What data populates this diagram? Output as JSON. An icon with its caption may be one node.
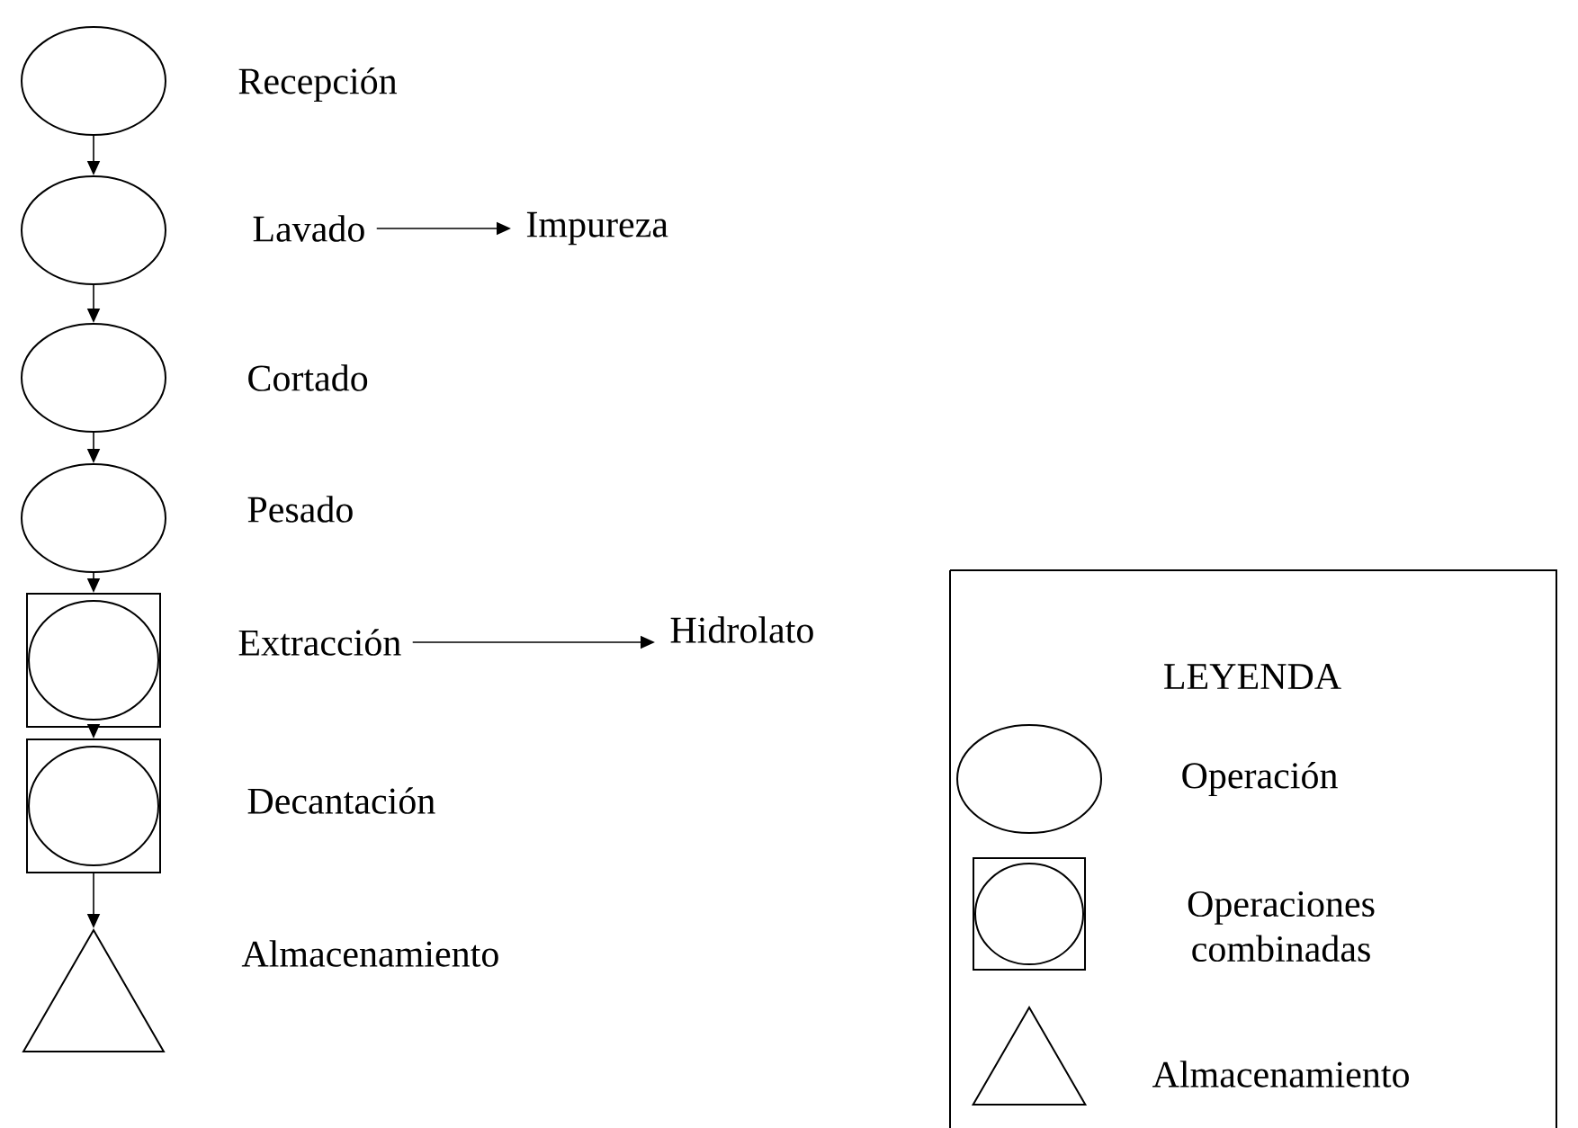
{
  "diagram": {
    "nodes": [
      {
        "text": [],
        "shape": "circle",
        "beside": [
          "Recepción"
        ]
      },
      {
        "text": [],
        "shape": "circle",
        "beside": [
          "Lavado"
        ]
      },
      {
        "text": [],
        "shape": "circle",
        "beside": [
          "Cortado"
        ]
      },
      {
        "text": [],
        "shape": "circle",
        "beside": [
          "Pesado"
        ]
      },
      {
        "text": [],
        "shape": "box",
        "beside": [
          "Extracción"
        ]
      },
      {
        "text": [],
        "shape": "box",
        "beside": [
          "Decantación"
        ]
      },
      {
        "text": [],
        "shape": "triangle",
        "beside": [
          "Almacenamiento"
        ]
      },
      {
        "text": [
          "Impureza"
        ]
      },
      {
        "text": [
          "Hidrolato"
        ]
      }
    ],
    "edges": [
      {
        "from": 0,
        "to": 1,
        "arrow": "to"
      },
      {
        "from": 1,
        "to": 2,
        "arrow": "to"
      },
      {
        "from": 2,
        "to": 3,
        "arrow": "to"
      },
      {
        "from": 3,
        "to": 4,
        "arrow": "to"
      },
      {
        "from": 4,
        "to": 5,
        "arrow": "to"
      },
      {
        "from": 5,
        "to": 6,
        "arrow": "to"
      },
      {
        "from": 1,
        "to": 7,
        "arrow": "to"
      },
      {
        "from": 4,
        "to": 8,
        "arrow": "to"
      }
    ],
    "labels": [
      "LEYENDA"
    ],
    "legend": [
      {
        "text": "Operación"
      },
      {
        "text": "Operaciones combinadas"
      },
      {
        "text": "Almacenamiento"
      }
    ]
  }
}
